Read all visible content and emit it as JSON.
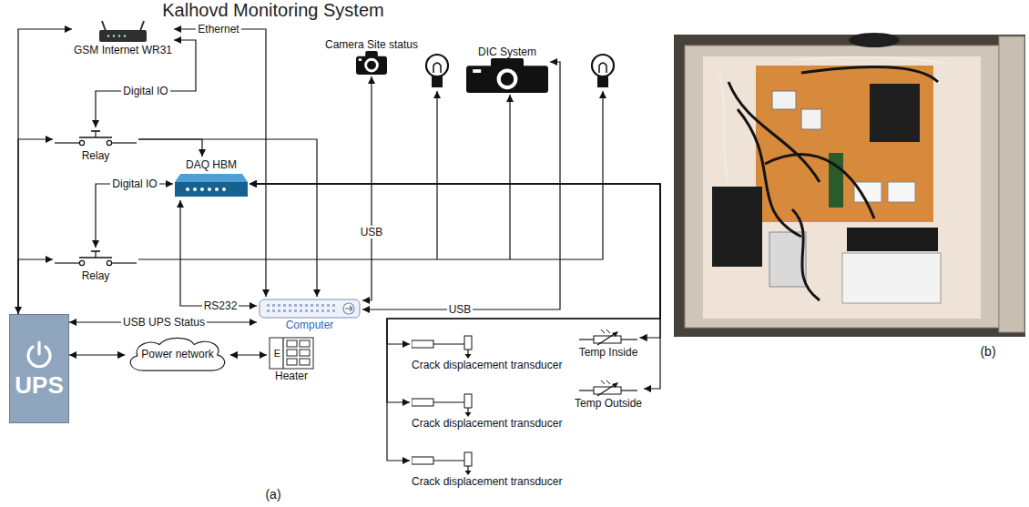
{
  "diagram": {
    "title": "Kalhovd Monitoring System",
    "nodes": [
      {
        "text": [
          "GSM Internet WR31"
        ]
      },
      {
        "text": [
          "Relay"
        ]
      },
      {
        "text": [
          "DAQ HBM"
        ]
      },
      {
        "text": [
          "Relay"
        ]
      },
      {
        "text": [
          "Computer"
        ]
      },
      {
        "text": [
          "Camera Site status"
        ]
      },
      {
        "text": [
          "DIC System"
        ]
      },
      {
        "text": [
          "UPS"
        ]
      },
      {
        "text": [
          "Power network"
        ]
      },
      {
        "text": [
          "Heater"
        ]
      },
      {
        "text": [
          "Crack displacement transducer"
        ]
      },
      {
        "text": [
          "Crack displacement transducer"
        ]
      },
      {
        "text": [
          "Crack displacement transducer"
        ]
      },
      {
        "text": [
          "Temp Inside"
        ]
      },
      {
        "text": [
          "Temp Outside"
        ]
      }
    ],
    "edges": [
      {
        "from": 0,
        "to": 4,
        "label": "Ethernet",
        "arrow": "both"
      },
      {
        "from": 0,
        "to": 1,
        "label": "Digital IO",
        "arrow": "both"
      },
      {
        "from": 7,
        "to": 0,
        "arrow": "both"
      },
      {
        "from": 7,
        "to": 1,
        "arrow": "to"
      },
      {
        "from": 1,
        "to": 2,
        "arrow": "to"
      },
      {
        "from": 1,
        "to": 4,
        "arrow": "to"
      },
      {
        "from": 2,
        "to": 3,
        "label": "Digital IO",
        "arrow": "both"
      },
      {
        "from": 7,
        "to": 3,
        "arrow": "to"
      },
      {
        "from": 3,
        "to": 6,
        "arrow": "to"
      },
      {
        "from": 2,
        "to": 4,
        "label": "RS232",
        "arrow": "both"
      },
      {
        "from": 5,
        "to": 4,
        "label": "USB",
        "arrow": "both"
      },
      {
        "from": 6,
        "to": 4,
        "label": "USB",
        "arrow": "both"
      },
      {
        "from": 4,
        "to": 7,
        "label": "USB UPS Status",
        "arrow": "both"
      },
      {
        "from": 7,
        "to": 8,
        "arrow": "both"
      },
      {
        "from": 8,
        "to": 9,
        "arrow": "both"
      },
      {
        "from": 2,
        "to": 10,
        "arrow": "both"
      },
      {
        "from": 2,
        "to": 11,
        "arrow": "both"
      },
      {
        "from": 2,
        "to": 12,
        "arrow": "both"
      },
      {
        "from": 2,
        "to": 13,
        "arrow": "both"
      },
      {
        "from": 2,
        "to": 14,
        "arrow": "both"
      }
    ],
    "labels": [
      "(a)",
      "(b)",
      "E"
    ]
  }
}
